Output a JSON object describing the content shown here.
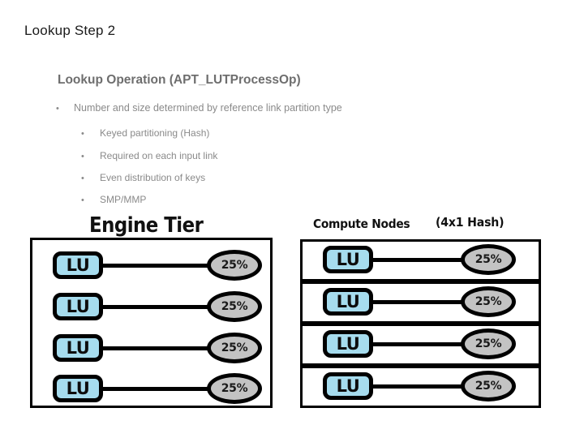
{
  "slide": {
    "title": "Lookup Step 2",
    "body_heading": "Lookup Operation  (APT_LUTProcessOp)",
    "bullets": [
      {
        "level": 1,
        "text": "Number and size determined by reference link partition type"
      },
      {
        "level": 2,
        "text": "Keyed partitioning (Hash)"
      },
      {
        "level": 2,
        "text": "Required on each input link"
      },
      {
        "level": 2,
        "text": "Even distribution of keys"
      },
      {
        "level": 2,
        "text": "SMP/MMP"
      }
    ],
    "bullet_glyph": "•"
  },
  "diagram": {
    "engine_tier": {
      "heading": "Engine Tier",
      "rows": [
        {
          "node_label": "LU",
          "percent": "25%"
        },
        {
          "node_label": "LU",
          "percent": "25%"
        },
        {
          "node_label": "LU",
          "percent": "25%"
        },
        {
          "node_label": "LU",
          "percent": "25%"
        }
      ]
    },
    "compute_nodes": {
      "heading": "Compute Nodes",
      "hash_label": "(4x1 Hash)",
      "rows": [
        {
          "node_label": "LU",
          "percent": "25%"
        },
        {
          "node_label": "LU",
          "percent": "25%"
        },
        {
          "node_label": "LU",
          "percent": "25%"
        },
        {
          "node_label": "LU",
          "percent": "25%"
        }
      ]
    }
  },
  "colors": {
    "node_fill": "#a6dcee",
    "ellipse_fill": "#c3c3c3",
    "outline": "#000000",
    "heading_gray": "#6e6e6e",
    "bullet_gray": "#8a8a8a",
    "title_black": "#1a1a1a",
    "background": "#ffffff"
  },
  "watermark": {
    "text": ""
  }
}
